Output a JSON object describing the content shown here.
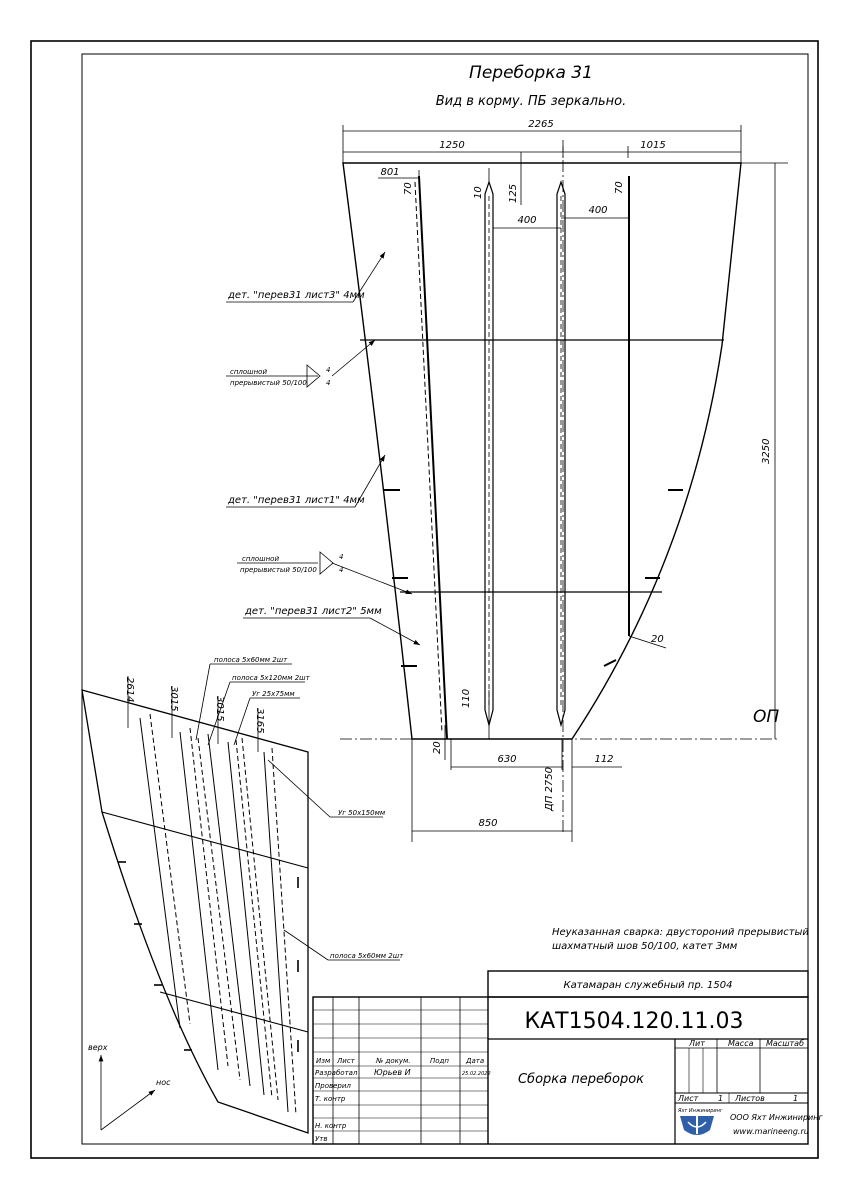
{
  "drawing": {
    "title": "Переборка 31",
    "subtitle": "Вид в корму. ПБ зеркально."
  },
  "dimensions": {
    "total_width": "2265",
    "left_part": "1250",
    "right_part": "1015",
    "d801": "801",
    "d70a": "70",
    "d10": "10",
    "d125": "125",
    "d70b": "70",
    "d400a": "400",
    "d400b": "400",
    "height": "3250",
    "d20a": "20",
    "d110": "110",
    "d20b": "20",
    "d630": "630",
    "d112": "112",
    "dp": "ДП 2750",
    "d850": "850",
    "op": "ОП"
  },
  "labels": {
    "sheet3": "дет. \"перев31 лист3\" 4мм",
    "sheet1": "дет. \"перев31 лист1\" 4мм",
    "sheet2": "дет. \"перев31 лист2\" 5мм"
  },
  "welds": [
    {
      "top": "сплошной",
      "bottom": "прерывистый 50/100",
      "n1": "4",
      "n2": "4"
    },
    {
      "top": "сплошной",
      "bottom": "прерывистый 50/100",
      "n1": "4",
      "n2": "4"
    }
  ],
  "iso": {
    "callouts": {
      "strip60_top": "полоса 5х60мм 2шт",
      "strip120": "полоса 5х120мм 2шт",
      "angle25": "Уг 25х75мм",
      "angle50": "Уг 50х150мм",
      "strip60_bottom": "полоса 5х60мм 2шт"
    },
    "dims": {
      "a": "2614",
      "b": "3015",
      "c": "3015",
      "d": "3165"
    },
    "axis_up": "верх",
    "axis_nose": "нос"
  },
  "note": {
    "line1": "Неуказанная сварка: двустороний прерывистый",
    "line2": "шахматный шов 50/100, катет 3мм"
  },
  "title_block": {
    "project": "Катамаран служебный пр. 1504",
    "code": "КАТ1504.120.11.03",
    "name": "Сборка переборок",
    "col_izm": "Изм",
    "col_list": "Лист",
    "col_doc": "№ докум.",
    "col_sign": "Подп",
    "col_date": "Дата",
    "role_dev": "Разработал",
    "dev_name": "Юрьев И",
    "dev_date": "25.02.2022",
    "role_check": "Проверил",
    "role_tcontrol": "Т. контр",
    "role_ncontrol": "Н. контр",
    "role_approve": "Утв",
    "lit": "Лит",
    "mass": "Масса",
    "scale": "Масштаб",
    "sheet_label": "Лист",
    "sheet_value": "1",
    "sheets_label": "Листов",
    "sheets_value": "1",
    "logo_text": "Яхт Инжиниринг",
    "company": "ООО Яхт Инжиниринг",
    "website": "www.marineeng.ru"
  }
}
